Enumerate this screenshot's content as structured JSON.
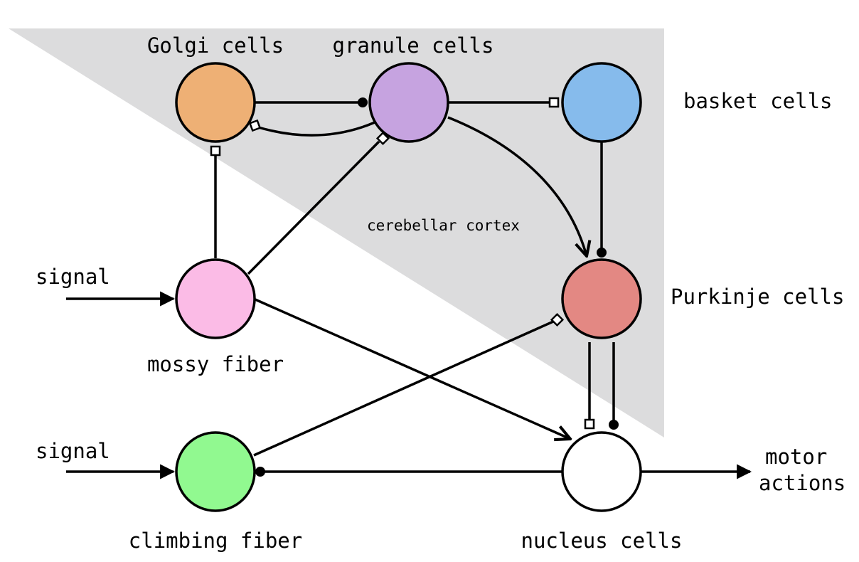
{
  "colors": {
    "cortex": "#dcdcdd",
    "golgi": "#eeb075",
    "granule": "#c6a3e0",
    "basket": "#86bbec",
    "mossy": "#fbbbe6",
    "purkinje": "#e38883",
    "climbing": "#91f990",
    "nucleus": "#ffffff",
    "ink": "#000000"
  },
  "labels": {
    "golgi": "Golgi cells",
    "granule": "granule cells",
    "basket": "basket cells",
    "purkinje": "Purkinje cells",
    "mossy": "mossy fiber",
    "climbing": "climbing fiber",
    "nucleus": "nucleus cells",
    "cortex": "cerebellar cortex",
    "signal_top": "signal",
    "signal_bottom": "signal",
    "motor_1": "motor",
    "motor_2": "actions"
  },
  "connections": [
    {
      "from": "Golgi cells",
      "to": "granule cells",
      "terminal": "filled-circle"
    },
    {
      "from": "granule cells",
      "to": "Golgi cells",
      "terminal": "open-diamond"
    },
    {
      "from": "granule cells",
      "to": "basket cells",
      "terminal": "open-square"
    },
    {
      "from": "granule cells",
      "to": "Purkinje cells",
      "terminal": "arrow"
    },
    {
      "from": "basket cells",
      "to": "Purkinje cells",
      "terminal": "filled-circle"
    },
    {
      "from": "mossy fiber",
      "to": "Golgi cells",
      "terminal": "open-square"
    },
    {
      "from": "mossy fiber",
      "to": "granule cells",
      "terminal": "open-diamond"
    },
    {
      "from": "mossy fiber",
      "to": "nucleus cells",
      "terminal": "arrow"
    },
    {
      "from": "climbing fiber",
      "to": "Purkinje cells",
      "terminal": "open-diamond"
    },
    {
      "from": "nucleus cells",
      "to": "climbing fiber",
      "terminal": "filled-circle"
    },
    {
      "from": "Purkinje cells",
      "to": "nucleus cells",
      "terminal": "open-square"
    },
    {
      "from": "Purkinje cells",
      "to": "nucleus cells",
      "terminal": "filled-circle"
    },
    {
      "from": "signal",
      "to": "mossy fiber",
      "terminal": "arrow"
    },
    {
      "from": "signal",
      "to": "climbing fiber",
      "terminal": "arrow"
    },
    {
      "from": "nucleus cells",
      "to": "motor actions",
      "terminal": "arrow"
    }
  ]
}
